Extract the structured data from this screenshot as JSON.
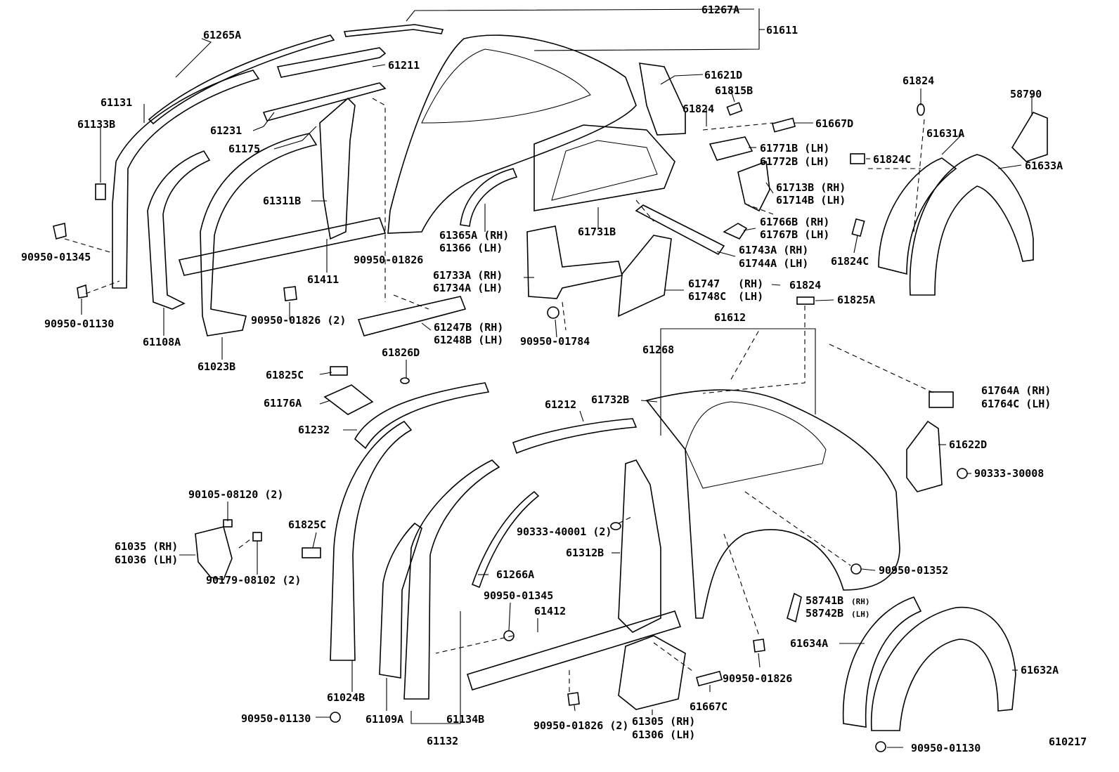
{
  "diagram": {
    "labels": [
      {
        "id": "l01",
        "text": "61267A"
      },
      {
        "id": "l02",
        "text": "61611"
      },
      {
        "id": "l03",
        "text": "61265A"
      },
      {
        "id": "l04",
        "text": "61211"
      },
      {
        "id": "l05",
        "text": "61621D"
      },
      {
        "id": "l06",
        "text": "61815B"
      },
      {
        "id": "l07",
        "text": "61824"
      },
      {
        "id": "l08",
        "text": "61824"
      },
      {
        "id": "l09",
        "text": "58790"
      },
      {
        "id": "l10",
        "text": "61131"
      },
      {
        "id": "l11",
        "text": "61133B"
      },
      {
        "id": "l12",
        "text": "61231"
      },
      {
        "id": "l13",
        "text": "61175"
      },
      {
        "id": "l14",
        "text": "61667D"
      },
      {
        "id": "l15",
        "text": "61631A"
      },
      {
        "id": "l16",
        "text": "61771B (LH)"
      },
      {
        "id": "l17",
        "text": "61772B (LH)"
      },
      {
        "id": "l18",
        "text": "61824C"
      },
      {
        "id": "l19",
        "text": "61633A"
      },
      {
        "id": "l20",
        "text": "61311B"
      },
      {
        "id": "l21",
        "text": "61713B (RH)"
      },
      {
        "id": "l22",
        "text": "61714B (LH)"
      },
      {
        "id": "l23",
        "text": "61766B (RH)"
      },
      {
        "id": "l24",
        "text": "61767B (LH)"
      },
      {
        "id": "l25",
        "text": "61365A (RH)"
      },
      {
        "id": "l26",
        "text": "61366  (LH)"
      },
      {
        "id": "l27",
        "text": "61731B"
      },
      {
        "id": "l28",
        "text": "90950-01345"
      },
      {
        "id": "l29",
        "text": "90950-01826"
      },
      {
        "id": "l30",
        "text": "61743A (RH)"
      },
      {
        "id": "l31",
        "text": "61744A (LH)"
      },
      {
        "id": "l32",
        "text": "61824C"
      },
      {
        "id": "l33",
        "text": "61411"
      },
      {
        "id": "l34",
        "text": "61733A (RH)"
      },
      {
        "id": "l35",
        "text": "61734A (LH)"
      },
      {
        "id": "l36",
        "text": "61747"
      },
      {
        "id": "l37",
        "text": "61748C"
      },
      {
        "id": "l38",
        "text": "(RH)"
      },
      {
        "id": "l39",
        "text": "(LH)"
      },
      {
        "id": "l40",
        "text": "61824"
      },
      {
        "id": "l41",
        "text": "61825A"
      },
      {
        "id": "l42",
        "text": "90950-01130"
      },
      {
        "id": "l43",
        "text": "90950-01826 (2)"
      },
      {
        "id": "l44",
        "text": "61612"
      },
      {
        "id": "l45",
        "text": "61247B (RH)"
      },
      {
        "id": "l46",
        "text": "61248B (LH)"
      },
      {
        "id": "l47",
        "text": "61108A"
      },
      {
        "id": "l48",
        "text": "90950-01784"
      },
      {
        "id": "l49",
        "text": "61268"
      },
      {
        "id": "l50",
        "text": "61826D"
      },
      {
        "id": "l51",
        "text": "61023B"
      },
      {
        "id": "l52",
        "text": "61825C"
      },
      {
        "id": "l53",
        "text": "61212"
      },
      {
        "id": "l54",
        "text": "61732B"
      },
      {
        "id": "l55",
        "text": "61764A (RH)"
      },
      {
        "id": "l56",
        "text": "61764C (LH)"
      },
      {
        "id": "l57",
        "text": "61176A"
      },
      {
        "id": "l58",
        "text": "61232"
      },
      {
        "id": "l59",
        "text": "61622D"
      },
      {
        "id": "l60",
        "text": "90333-30008"
      },
      {
        "id": "l61",
        "text": "90105-08120 (2)"
      },
      {
        "id": "l62",
        "text": "61825C"
      },
      {
        "id": "l63",
        "text": "90333-40001 (2)"
      },
      {
        "id": "l64",
        "text": "61035 (RH)"
      },
      {
        "id": "l65",
        "text": "61036 (LH)"
      },
      {
        "id": "l66",
        "text": "61312B"
      },
      {
        "id": "l67",
        "text": "90179-08102 (2)"
      },
      {
        "id": "l68",
        "text": "90950-01352"
      },
      {
        "id": "l69",
        "text": "61266A"
      },
      {
        "id": "l70",
        "text": "90950-01345"
      },
      {
        "id": "l71",
        "text": "61412"
      },
      {
        "id": "l72",
        "text": "58741B"
      },
      {
        "id": "l73",
        "text": "(RH)"
      },
      {
        "id": "l74",
        "text": "58742B"
      },
      {
        "id": "l75",
        "text": "(LH)"
      },
      {
        "id": "l76",
        "text": "61634A"
      },
      {
        "id": "l77",
        "text": "61632A"
      },
      {
        "id": "l78",
        "text": "61024B"
      },
      {
        "id": "l79",
        "text": "90950-01826"
      },
      {
        "id": "l80",
        "text": "61667C"
      },
      {
        "id": "l81",
        "text": "90950-01130"
      },
      {
        "id": "l82",
        "text": "61109A"
      },
      {
        "id": "l83",
        "text": "61134B"
      },
      {
        "id": "l84",
        "text": "90950-01826 (2)"
      },
      {
        "id": "l85",
        "text": "61305 (RH)"
      },
      {
        "id": "l86",
        "text": "61306 (LH)"
      },
      {
        "id": "l87",
        "text": "61132"
      },
      {
        "id": "l88",
        "text": "90950-01130"
      },
      {
        "id": "l89",
        "text": "610217"
      }
    ]
  }
}
